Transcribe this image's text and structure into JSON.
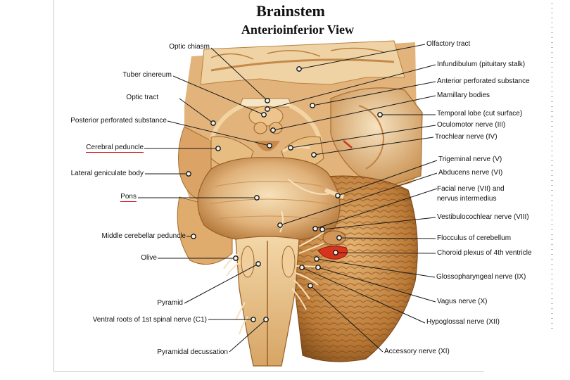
{
  "title": "Brainstem",
  "subtitle": "Anterioinferior View",
  "colors": {
    "tissue_light": "#f3d9ad",
    "tissue_mid": "#d9a463",
    "tissue_dark": "#8a5522",
    "choroid_plexus": "#d8331c",
    "underline": "#cc1111",
    "leader_line": "#222222"
  },
  "labels_left": [
    "Optic chiasm",
    "Tuber cinereum",
    "Optic tract",
    "Posterior perforated substance",
    "Cerebral peduncle",
    "Lateral geniculate body",
    "Pons",
    "Middle cerebellar peduncle",
    "Olive",
    "Pyramid",
    "Ventral roots of 1st spinal nerve (C1)",
    "Pyramidal decussation"
  ],
  "labels_right": [
    "Olfactory tract",
    "Infundibulum (pituitary stalk)",
    "Anterior perforated substance",
    "Mamillary bodies",
    "Temporal lobe (cut surface)",
    "Oculomotor nerve (III)",
    "Trochlear nerve (IV)",
    "Trigeminal nerve (V)",
    "Abducens nerve (VI)",
    "Facial nerve (VII) and",
    "nervus intermedius",
    "Vestibulocochlear nerve (VIII)",
    "Flocculus of cerebellum",
    "Choroid plexus of 4th ventricle",
    "Glossopharyngeal nerve (IX)",
    "Vagus nerve (X)",
    "Hypoglossal nerve (XII)",
    "Accessory nerve (XI)"
  ],
  "underlined_labels": [
    "Cerebral peduncle",
    "Pons"
  ]
}
